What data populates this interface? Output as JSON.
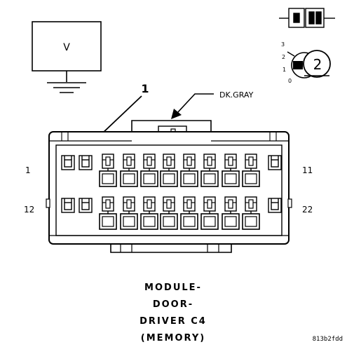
{
  "meter": {
    "label": "V"
  },
  "callout": {
    "number": "1"
  },
  "wire_color": "DK.GRAY",
  "pin_labels": {
    "top_left": "1",
    "top_right": "11",
    "bottom_left": "12",
    "bottom_right": "22"
  },
  "key_positions": [
    "3",
    "2",
    "1",
    "0"
  ],
  "key_number": "2",
  "caption": [
    "MODULE-",
    "DOOR-",
    "DRIVER C4",
    "(MEMORY)"
  ],
  "figure_id": "813b2fdd"
}
